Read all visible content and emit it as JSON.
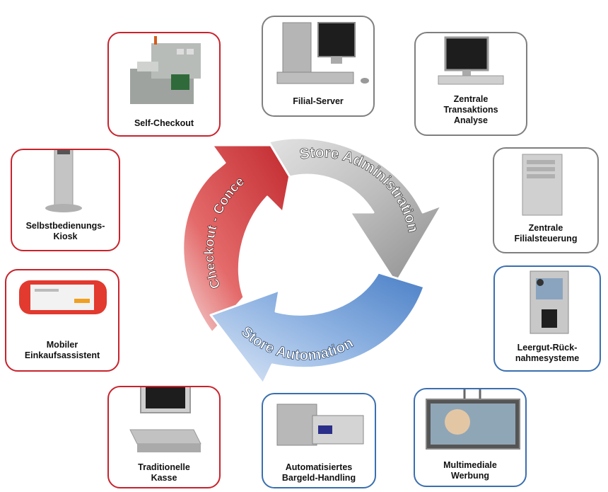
{
  "boxes": {
    "self_checkout": "Self-Checkout",
    "filial_server": "Filial-Server",
    "zentrale_transaktions": "Zentrale\nTransaktions\nAnalyse",
    "selbstbedienungs_kiosk": "Selbstbedienungs-\nKiosk",
    "zentrale_filialsteuerung": "Zentrale\nFilialsteuerung",
    "mobiler_einkaufsassistent": "Mobiler\nEinkaufsassistent",
    "leergut": "Leergut-Rück-\nnahmesysteme",
    "traditionelle_kasse": "Traditionelle\nKasse",
    "bargeld": "Automatisiertes\nBargeld-Handling",
    "werbung": "Multimediale\nWerbung"
  },
  "cycle": {
    "checkout": "Checkout - Concepts",
    "administration": "Store Administration",
    "automation": "Store Automation"
  },
  "colors": {
    "red_border": "#c8232c",
    "gray_border": "#7f7f7f",
    "blue_border": "#3a6fb0",
    "red_arrow": "#c0282d",
    "gray_arrow": "#9a9a9a",
    "blue_arrow": "#5d8fd0"
  },
  "icons": {
    "self_checkout": "self-checkout-terminal-icon",
    "filial_server": "server-computer-icon",
    "zentrale_transaktions": "monitor-keyboard-icon",
    "selbstbedienungs_kiosk": "kiosk-icon",
    "zentrale_filialsteuerung": "tower-server-icon",
    "mobiler_einkaufsassistent": "handheld-device-icon",
    "leergut": "bottle-return-machine-icon",
    "traditionelle_kasse": "cash-register-icon",
    "bargeld": "cash-handling-machine-icon",
    "werbung": "digital-signage-icon"
  }
}
